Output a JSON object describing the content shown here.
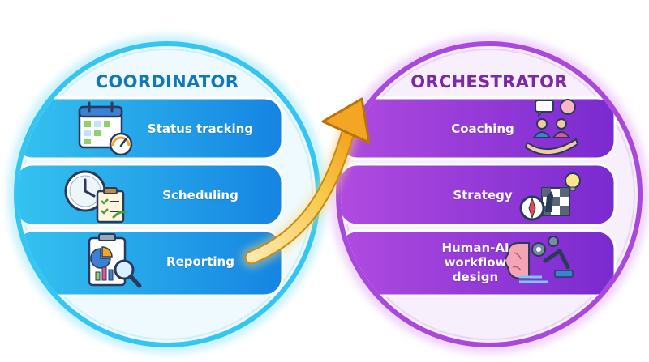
{
  "coordinator": {
    "title": "COORDINATOR",
    "items": [
      {
        "label": "Status tracking",
        "icon": "calendar-gauge-icon"
      },
      {
        "label": "Scheduling",
        "icon": "clock-checklist-icon"
      },
      {
        "label": "Reporting",
        "icon": "report-magnifier-icon"
      }
    ]
  },
  "orchestrator": {
    "title": "ORCHESTRATOR",
    "items": [
      {
        "label": "Coaching",
        "icon": "coaching-hand-icon"
      },
      {
        "label": "Strategy",
        "icon": "compass-chess-icon"
      },
      {
        "label": "Human-AI workflow design",
        "icon": "brain-robot-arm-icon"
      }
    ]
  },
  "arrow": {
    "icon": "growth-arrow-icon"
  },
  "colors": {
    "coordinator_accent": "#1aa3e8",
    "orchestrator_accent": "#8a3cc8",
    "arrow": "#f4c23a"
  }
}
